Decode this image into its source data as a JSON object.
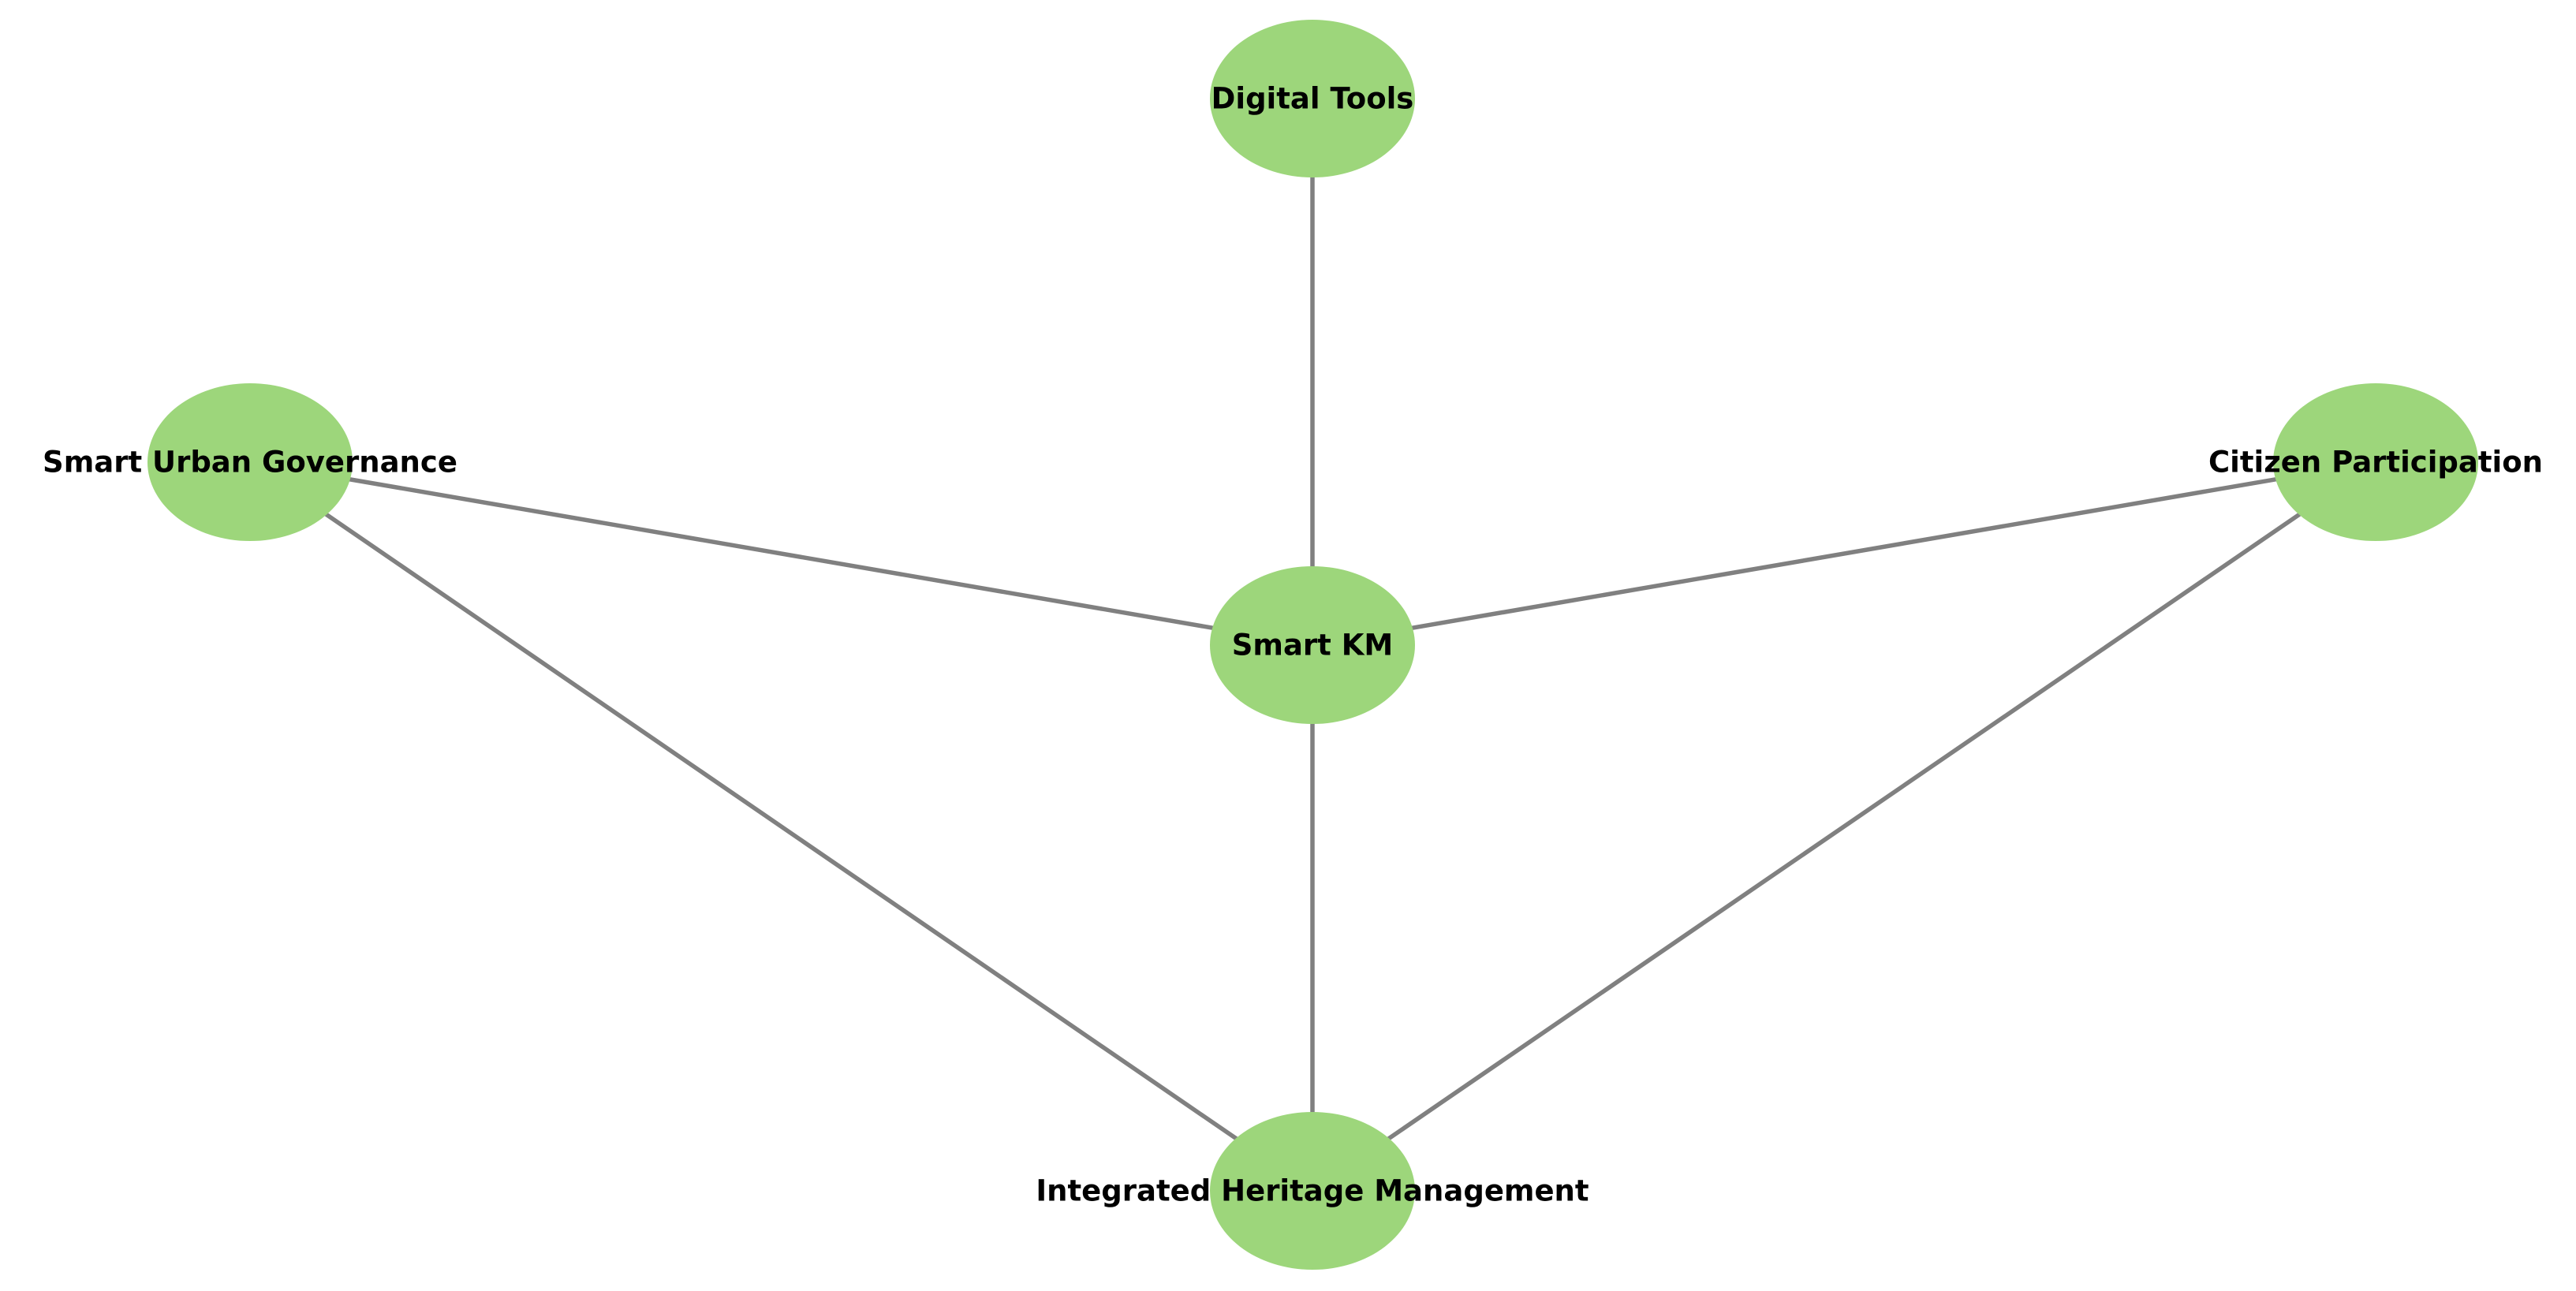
{
  "diagram": {
    "type": "network-graph",
    "node_color": "#9dd67b",
    "edge_color": "#808080",
    "label_color": "#000000",
    "nodes": [
      {
        "id": "digital-tools",
        "label": "Digital Tools"
      },
      {
        "id": "smart-urban-governance",
        "label": "Smart Urban Governance"
      },
      {
        "id": "citizen-participation",
        "label": "Citizen Participation"
      },
      {
        "id": "smart-km",
        "label": "Smart KM"
      },
      {
        "id": "integrated-heritage-management",
        "label": "Integrated Heritage Management"
      }
    ],
    "edges": [
      {
        "from": "smart-km",
        "to": "digital-tools"
      },
      {
        "from": "smart-km",
        "to": "smart-urban-governance"
      },
      {
        "from": "smart-km",
        "to": "citizen-participation"
      },
      {
        "from": "smart-km",
        "to": "integrated-heritage-management"
      },
      {
        "from": "smart-urban-governance",
        "to": "integrated-heritage-management"
      },
      {
        "from": "citizen-participation",
        "to": "integrated-heritage-management"
      }
    ]
  }
}
